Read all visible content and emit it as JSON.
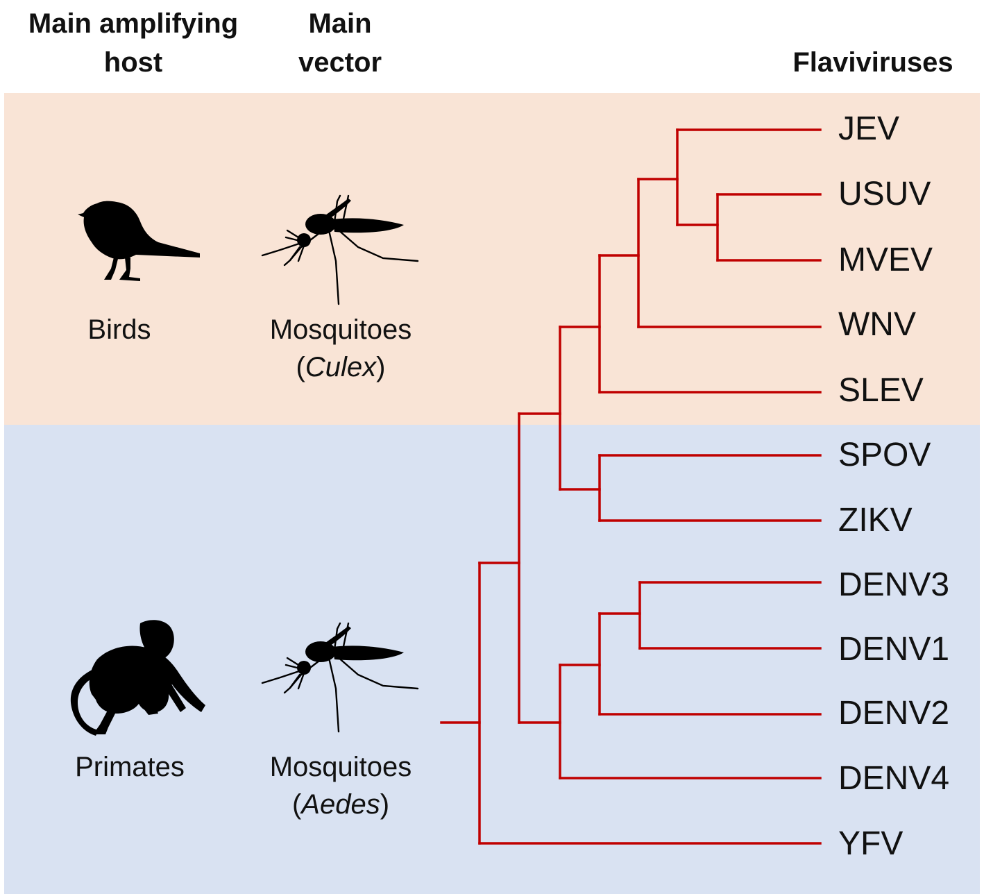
{
  "headers": {
    "host": [
      "Main amplifying",
      "host"
    ],
    "vector": [
      "Main",
      "vector"
    ],
    "viruses": "Flaviviruses"
  },
  "groups": [
    {
      "host_label": "Birds",
      "vector_label": "Mosquitoes",
      "vector_genus": "Culex",
      "host_icon": "bird-silhouette-icon",
      "vector_icon": "mosquito-silhouette-icon",
      "background": "#f9e4d6"
    },
    {
      "host_label": "Primates",
      "vector_label": "Mosquitoes",
      "vector_genus": "Aedes",
      "host_icon": "monkey-silhouette-icon",
      "vector_icon": "mosquito-silhouette-icon",
      "background": "#d9e2f2"
    }
  ],
  "viruses": [
    "JEV",
    "USUV",
    "MVEV",
    "WNV",
    "SLEV",
    "SPOV",
    "ZIKV",
    "DENV3",
    "DENV1",
    "DENV2",
    "DENV4",
    "YFV"
  ],
  "tree_color": "#c00000"
}
